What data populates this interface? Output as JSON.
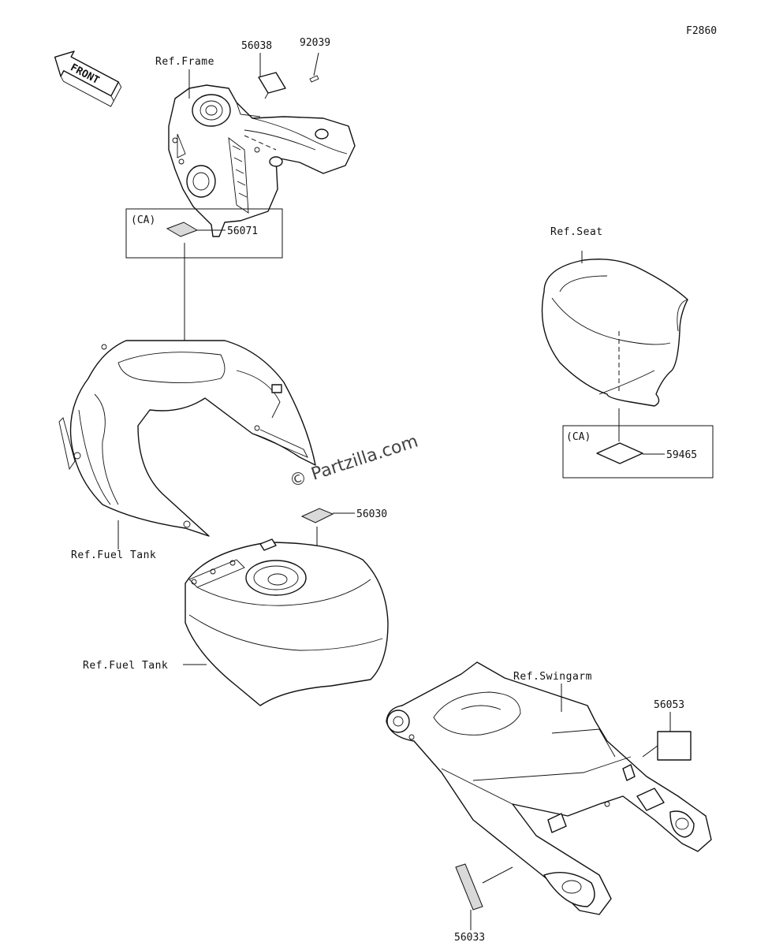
{
  "figure_code": "F2860",
  "front_label": "FRONT",
  "watermark": "© Partzilla.com",
  "references": {
    "frame": "Ref.Frame",
    "seat": "Ref.Seat",
    "fuel_tank_cover": "Ref.Fuel Tank",
    "fuel_tank": "Ref.Fuel Tank",
    "swingarm": "Ref.Swingarm"
  },
  "ca_boxes": {
    "tank_cover": "(CA)",
    "seat": "(CA)"
  },
  "part_numbers": {
    "p56038": "56038",
    "p92039": "92039",
    "p56071": "56071",
    "p59465": "59465",
    "p56030": "56030",
    "p56053": "56053",
    "p56033": "56033"
  }
}
